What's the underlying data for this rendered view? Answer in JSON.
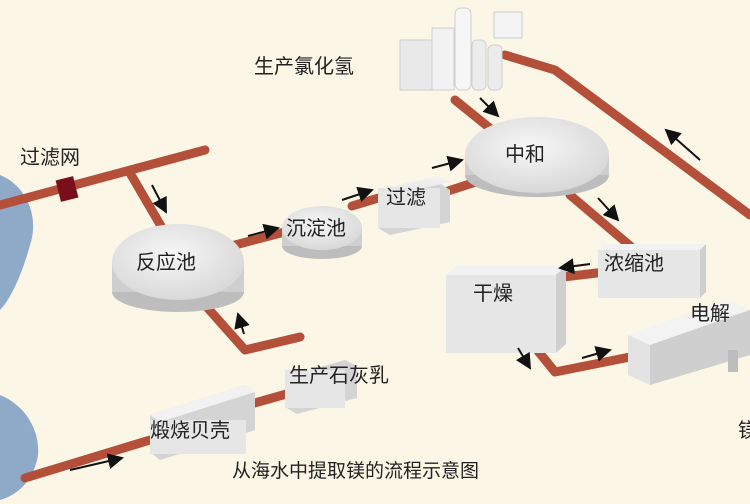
{
  "diagram": {
    "caption": "从海水中提取镁的流程示意图",
    "nodes": {
      "filter_net": "过滤网",
      "reactor": "反应池",
      "settling_tank": "沉淀池",
      "filter": "过滤",
      "hcl_production": "生产氯化氢",
      "neutralization": "中和",
      "concentration_tank": "浓缩池",
      "drying": "干燥",
      "electrolysis": "电解",
      "lime_milk": "生产石灰乳",
      "calcine_shells": "煅烧贝壳",
      "magnesium_partial": "镁"
    },
    "colors": {
      "background": "#fbf6e6",
      "pipe": "#b4503a",
      "sea": "#8fa9c8",
      "tank": "#e9e9e9",
      "arrow": "#111111"
    }
  }
}
